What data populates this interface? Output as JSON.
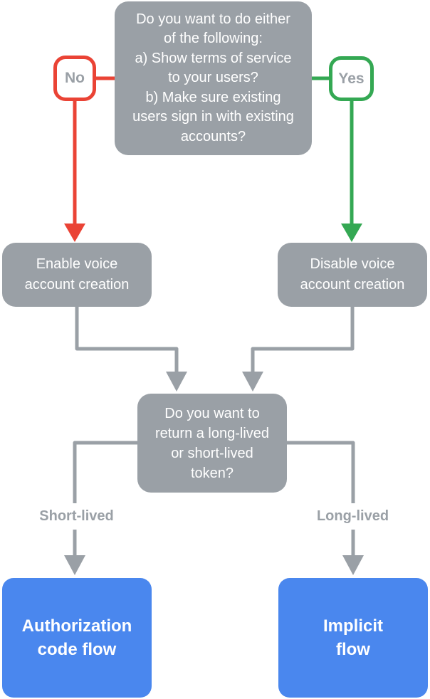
{
  "palette": {
    "canvas_bg": "#FFFFFF",
    "node_gray": "#9AA0A6",
    "no_red": "#EA4335",
    "yes_green": "#34A853",
    "flow_blue": "#4A87EE",
    "node_text": "#FFFFFF",
    "badge_text": "#9AA0A6"
  },
  "nodes": {
    "question_start": "Do you want to do either\nof the following:\na) Show terms of service\nto your users?\nb) Make sure existing\nusers sign in with existing\naccounts?",
    "enable_voice": "Enable voice\naccount creation",
    "disable_voice": "Disable voice\naccount creation",
    "question_token": "Do you want to\nreturn a long-lived\nor short-lived\ntoken?",
    "auth_code_flow": "Authorization\ncode flow",
    "implicit_flow": "Implicit\nflow"
  },
  "edges": {
    "no_label": "No",
    "yes_label": "Yes",
    "short_lived_label": "Short-lived",
    "long_lived_label": "Long-lived"
  }
}
